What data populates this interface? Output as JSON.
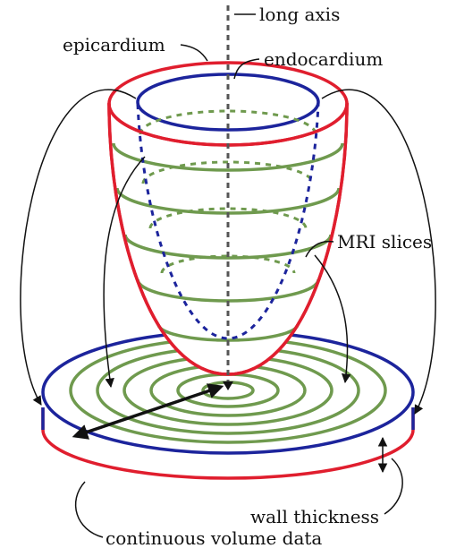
{
  "labels": {
    "long_axis": "long axis",
    "epicardium": "epicardium",
    "endocardium": "endocardium",
    "mri_slices": "MRI slices",
    "wall_thickness": "wall thickness",
    "continuous_volume_data": "continuous volume data"
  },
  "colors": {
    "epicardium": "#e01e2e",
    "endocardium": "#1c249c",
    "slices": "#6f9a4e",
    "axis": "#555555",
    "ink": "#111111"
  }
}
